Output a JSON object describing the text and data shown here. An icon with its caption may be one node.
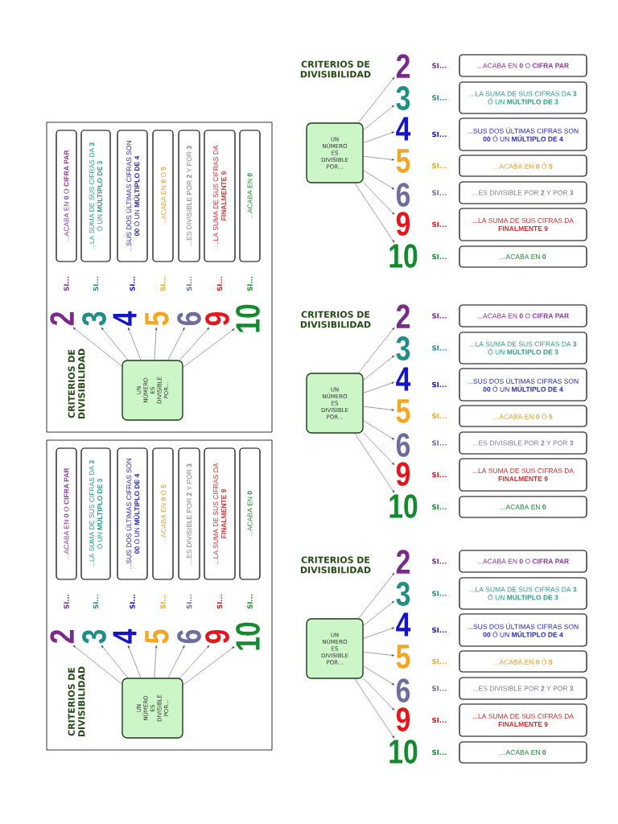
{
  "diagram": {
    "nodes": [
      {
        "text": [
          "UN NÚMERO ES DIVISIBLE POR..."
        ]
      },
      {
        "text": [
          "2"
        ]
      },
      {
        "text": [
          "...ACABA EN **0** O **CIFRA PAR**"
        ]
      },
      {
        "text": [
          "3"
        ]
      },
      {
        "text": [
          "...LA SUMA DE SUS CIFRAS DA **3** Ó UN **MÚLTIPLO DE 3**"
        ]
      },
      {
        "text": [
          "4"
        ]
      },
      {
        "text": [
          "...SUS DOS ÚLTIMAS CIFRAS SON **00** Ó UN **MÚLTIPLO DE 4**"
        ]
      },
      {
        "text": [
          "5"
        ]
      },
      {
        "text": [
          "...ACABA EN **0** Ó **5**"
        ]
      },
      {
        "text": [
          "6"
        ]
      },
      {
        "text": [
          "...ES DIVISIBLE POR **2** Y POR **3**"
        ]
      },
      {
        "text": [
          "9"
        ]
      },
      {
        "text": [
          "...LA SUMA DE SUS CIFRAS DA **FINALMENTE 9**"
        ]
      },
      {
        "text": [
          "10"
        ]
      },
      {
        "text": [
          "...ACABA EN **0**"
        ]
      },
      {
        "text": [
          "UN NÚMERO ES DIVISIBLE POR..."
        ]
      },
      {
        "text": [
          "2"
        ]
      },
      {
        "text": [
          "...ACABA EN **0** O **CIFRA PAR**"
        ]
      },
      {
        "text": [
          "3"
        ]
      },
      {
        "text": [
          "...LA SUMA DE SUS CIFRAS DA **3** Ó UN **MÚLTIPLO DE 3**"
        ]
      },
      {
        "text": [
          "4"
        ]
      },
      {
        "text": [
          "...SUS DOS ÚLTIMAS CIFRAS SON **00** Ó UN **MÚLTIPLO DE 4**"
        ]
      },
      {
        "text": [
          "5"
        ]
      },
      {
        "text": [
          "...ACABA EN **0** Ó **5**"
        ]
      },
      {
        "text": [
          "6"
        ]
      },
      {
        "text": [
          "...ES DIVISIBLE POR **2** Y POR **3**"
        ]
      },
      {
        "text": [
          "9"
        ]
      },
      {
        "text": [
          "...LA SUMA DE SUS CIFRAS DA **FINALMENTE 9**"
        ]
      },
      {
        "text": [
          "10"
        ]
      },
      {
        "text": [
          "...ACABA EN **0**"
        ]
      },
      {
        "text": [
          "UN NÚMERO ES DIVISIBLE POR..."
        ]
      },
      {
        "text": [
          "2"
        ]
      },
      {
        "text": [
          "...ACABA EN **0** O **CIFRA PAR**"
        ]
      },
      {
        "text": [
          "3"
        ]
      },
      {
        "text": [
          "...LA SUMA DE SUS CIFRAS DA **3** Ó UN **MÚLTIPLO DE 3**"
        ]
      },
      {
        "text": [
          "4"
        ]
      },
      {
        "text": [
          "...SUS DOS ÚLTIMAS CIFRAS SON **00** Ó UN **MÚLTIPLO DE 4**"
        ]
      },
      {
        "text": [
          "5"
        ]
      },
      {
        "text": [
          "...ACABA EN **0** Ó **5**"
        ]
      },
      {
        "text": [
          "6"
        ]
      },
      {
        "text": [
          "...ES DIVISIBLE POR **2** Y POR **3**"
        ]
      },
      {
        "text": [
          "9"
        ]
      },
      {
        "text": [
          "...LA SUMA DE SUS CIFRAS DA **FINALMENTE 9**"
        ]
      },
      {
        "text": [
          "10"
        ]
      },
      {
        "text": [
          "...ACABA EN **0**"
        ]
      },
      {
        "text": [
          "UN NÚMERO ES DIVISIBLE POR..."
        ]
      },
      {
        "text": [
          "2"
        ]
      },
      {
        "text": [
          "...ACABA EN **0** O **CIFRA PAR**"
        ]
      },
      {
        "text": [
          "3"
        ]
      },
      {
        "text": [
          "...LA SUMA DE SUS CIFRAS DA **3** Ó UN **MÚLTIPLO DE 3**"
        ]
      },
      {
        "text": [
          "4"
        ]
      },
      {
        "text": [
          "...SUS DOS ÚLTIMAS CIFRAS SON **00** Ó UN **MÚLTIPLO DE 4**"
        ]
      },
      {
        "text": [
          "5"
        ]
      },
      {
        "text": [
          "...ACABA EN **0** Ó **5**"
        ]
      },
      {
        "text": [
          "6"
        ]
      },
      {
        "text": [
          "...ES DIVISIBLE POR **2** Y POR **3**"
        ]
      },
      {
        "text": [
          "9"
        ]
      },
      {
        "text": [
          "...LA SUMA DE SUS CIFRAS DA **FINALMENTE 9**"
        ]
      },
      {
        "text": [
          "10"
        ]
      },
      {
        "text": [
          "...ACABA EN **0**"
        ]
      },
      {
        "text": [
          "UN NÚMERO ES DIVISIBLE POR..."
        ]
      },
      {
        "text": [
          "2"
        ]
      },
      {
        "text": [
          "...ACABA EN **0** O **CIFRA PAR**"
        ]
      },
      {
        "text": [
          "3"
        ]
      },
      {
        "text": [
          "...LA SUMA DE SUS CIFRAS DA **3** Ó UN **MÚLTIPLO DE 3**"
        ]
      },
      {
        "text": [
          "4"
        ]
      },
      {
        "text": [
          "...SUS DOS ÚLTIMAS CIFRAS SON **00** Ó UN **MÚLTIPLO DE 4**"
        ]
      },
      {
        "text": [
          "5"
        ]
      },
      {
        "text": [
          "...ACABA EN **0** Ó **5**"
        ]
      },
      {
        "text": [
          "6"
        ]
      },
      {
        "text": [
          "...ES DIVISIBLE POR **2** Y POR **3**"
        ]
      },
      {
        "text": [
          "9"
        ]
      },
      {
        "text": [
          "...LA SUMA DE SUS CIFRAS DA **FINALMENTE 9**"
        ]
      },
      {
        "text": [
          "10"
        ]
      },
      {
        "text": [
          "...ACABA EN **0**"
        ]
      }
    ],
    "edges": [
      {
        "from": 0,
        "to": 1,
        "arrow": "to"
      },
      {
        "from": 0,
        "to": 3,
        "arrow": "to"
      },
      {
        "from": 0,
        "to": 5,
        "arrow": "to"
      },
      {
        "from": 0,
        "to": 7,
        "arrow": "to"
      },
      {
        "from": 0,
        "to": 9,
        "arrow": "to"
      },
      {
        "from": 0,
        "to": 11,
        "arrow": "to"
      },
      {
        "from": 0,
        "to": 13,
        "arrow": "to"
      },
      {
        "from": 15,
        "to": 16,
        "arrow": "to"
      },
      {
        "from": 15,
        "to": 18,
        "arrow": "to"
      },
      {
        "from": 15,
        "to": 20,
        "arrow": "to"
      },
      {
        "from": 15,
        "to": 22,
        "arrow": "to"
      },
      {
        "from": 15,
        "to": 24,
        "arrow": "to"
      },
      {
        "from": 15,
        "to": 26,
        "arrow": "to"
      },
      {
        "from": 15,
        "to": 28,
        "arrow": "to"
      },
      {
        "from": 30,
        "to": 31,
        "arrow": "to"
      },
      {
        "from": 30,
        "to": 33,
        "arrow": "to"
      },
      {
        "from": 30,
        "to": 35,
        "arrow": "to"
      },
      {
        "from": 30,
        "to": 37,
        "arrow": "to"
      },
      {
        "from": 30,
        "to": 39,
        "arrow": "to"
      },
      {
        "from": 30,
        "to": 41,
        "arrow": "to"
      },
      {
        "from": 30,
        "to": 43,
        "arrow": "to"
      },
      {
        "from": 45,
        "to": 46,
        "arrow": "to"
      },
      {
        "from": 45,
        "to": 48,
        "arrow": "to"
      },
      {
        "from": 45,
        "to": 50,
        "arrow": "to"
      },
      {
        "from": 45,
        "to": 52,
        "arrow": "to"
      },
      {
        "from": 45,
        "to": 54,
        "arrow": "to"
      },
      {
        "from": 45,
        "to": 56,
        "arrow": "to"
      },
      {
        "from": 45,
        "to": 58,
        "arrow": "to"
      },
      {
        "from": 60,
        "to": 61,
        "arrow": "to"
      },
      {
        "from": 60,
        "to": 63,
        "arrow": "to"
      },
      {
        "from": 60,
        "to": 65,
        "arrow": "to"
      },
      {
        "from": 60,
        "to": 67,
        "arrow": "to"
      },
      {
        "from": 60,
        "to": 69,
        "arrow": "to"
      },
      {
        "from": 60,
        "to": 71,
        "arrow": "to"
      },
      {
        "from": 60,
        "to": 73,
        "arrow": "to"
      }
    ],
    "labels": [
      "CRITERIOS DE DIVISIBILIDAD",
      "SI...",
      "SI...",
      "SI...",
      "SI...",
      "SI...",
      "SI...",
      "SI...",
      "CRITERIOS DE DIVISIBILIDAD",
      "SI...",
      "SI...",
      "SI...",
      "SI...",
      "SI...",
      "SI...",
      "SI...",
      "CRITERIOS DE DIVISIBILIDAD",
      "SI...",
      "SI...",
      "SI...",
      "SI...",
      "SI...",
      "SI...",
      "SI...",
      "CRITERIOS DE DIVISIBILIDAD",
      "SI...",
      "SI...",
      "SI...",
      "SI...",
      "SI...",
      "SI...",
      "SI...",
      "CRITERIOS DE DIVISIBILIDAD",
      "SI...",
      "SI...",
      "SI...",
      "SI...",
      "SI...",
      "SI...",
      "SI..."
    ]
  }
}
